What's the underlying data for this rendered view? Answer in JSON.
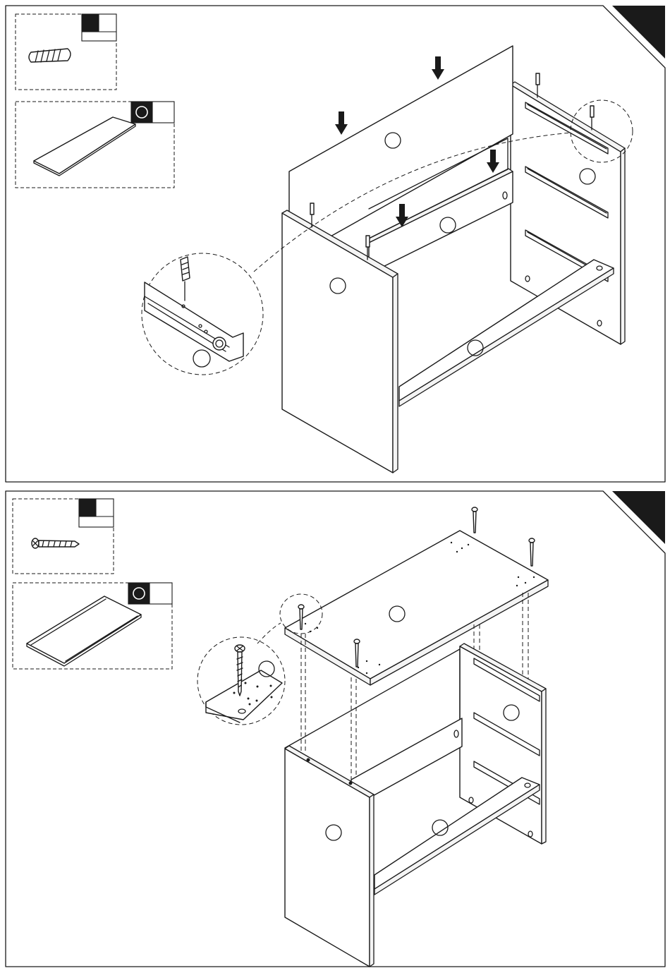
{
  "steps": [
    {
      "id": "step-1",
      "parts": [
        {
          "name": "wooden-dowel",
          "icon": "dowel-icon",
          "label": ""
        },
        {
          "name": "back-panel",
          "icon": "panel-icon",
          "label": ""
        }
      ],
      "part_labels": [
        "",
        "",
        "",
        "",
        "",
        "",
        ""
      ]
    },
    {
      "id": "step-2",
      "parts": [
        {
          "name": "screw",
          "icon": "screw-icon",
          "label": ""
        },
        {
          "name": "top-panel",
          "icon": "panel-icon",
          "label": ""
        }
      ],
      "part_labels": [
        "",
        "",
        "",
        "",
        "",
        "",
        ""
      ]
    }
  ],
  "colors": {
    "ink": "#1a1a1a",
    "paper": "#ffffff"
  }
}
